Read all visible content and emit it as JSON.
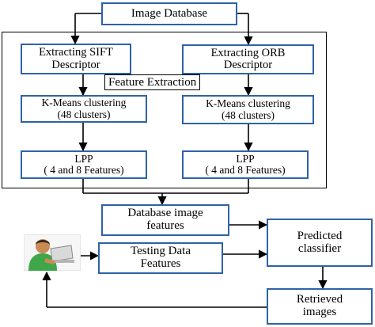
{
  "colors": {
    "box_border": "#2e63a6",
    "arrow": "#000000"
  },
  "image_database": {
    "label": "Image Database"
  },
  "feature_extraction": {
    "label": "Feature Extraction"
  },
  "sift": {
    "line1": "Extracting SIFT",
    "line2": "Descriptor"
  },
  "orb": {
    "line1": "Extracting ORB",
    "line2": "Descriptor"
  },
  "kmeans_left": {
    "line1": "K-Means clustering",
    "line2": "(48 clusters)"
  },
  "kmeans_right": {
    "line1": "K-Means clustering",
    "line2": "(48 clusters)"
  },
  "lpp_left": {
    "line1": "LPP",
    "line2": "( 4 and 8 Features)"
  },
  "lpp_right": {
    "line1": "LPP",
    "line2": "( 4 and 8 Features)"
  },
  "database_features": {
    "line1": "Database image",
    "line2": "features"
  },
  "testing_features": {
    "line1": "Testing Data",
    "line2": "Features"
  },
  "classifier": {
    "line1": "Predicted",
    "line2": "classifier"
  },
  "retrieved": {
    "line1": "Retrieved",
    "line2": "images"
  },
  "user": {
    "icon": "user-with-laptop-icon"
  }
}
